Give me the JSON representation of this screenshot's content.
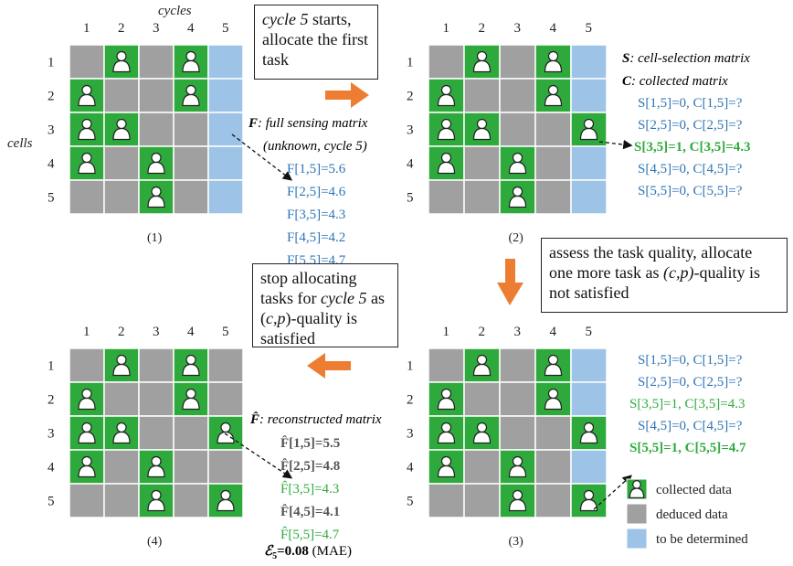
{
  "header": {
    "cycles_label": "cycles",
    "cells_label": "cells"
  },
  "colors": {
    "collected": "#2eaa3c",
    "deduced": "#a0a0a0",
    "undetermined": "#9dc3e6",
    "blue_text": "#2e75b6",
    "green_text": "#2eaa3c",
    "arrow": "#ed7d31"
  },
  "col_labels": [
    "1",
    "2",
    "3",
    "4",
    "5"
  ],
  "row_labels": [
    "1",
    "2",
    "3",
    "4",
    "5"
  ],
  "grids": [
    {
      "caption": "(1)",
      "cells": [
        [
          "D",
          "C",
          "D",
          "C",
          "U"
        ],
        [
          "C",
          "D",
          "D",
          "C",
          "U"
        ],
        [
          "C",
          "C",
          "D",
          "D",
          "U"
        ],
        [
          "C",
          "D",
          "C",
          "D",
          "U"
        ],
        [
          "D",
          "D",
          "C",
          "D",
          "U"
        ]
      ]
    },
    {
      "caption": "(2)",
      "cells": [
        [
          "D",
          "C",
          "D",
          "C",
          "U"
        ],
        [
          "C",
          "D",
          "D",
          "C",
          "U"
        ],
        [
          "C",
          "C",
          "D",
          "D",
          "C"
        ],
        [
          "C",
          "D",
          "C",
          "D",
          "U"
        ],
        [
          "D",
          "D",
          "C",
          "D",
          "U"
        ]
      ]
    },
    {
      "caption": "(3)",
      "cells": [
        [
          "D",
          "C",
          "D",
          "C",
          "U"
        ],
        [
          "C",
          "D",
          "D",
          "C",
          "U"
        ],
        [
          "C",
          "C",
          "D",
          "D",
          "C"
        ],
        [
          "C",
          "D",
          "C",
          "D",
          "U"
        ],
        [
          "D",
          "D",
          "C",
          "D",
          "C"
        ]
      ]
    },
    {
      "caption": "(4)",
      "cells": [
        [
          "D",
          "C",
          "D",
          "C",
          "D"
        ],
        [
          "C",
          "D",
          "D",
          "C",
          "D"
        ],
        [
          "C",
          "C",
          "D",
          "D",
          "C"
        ],
        [
          "C",
          "D",
          "C",
          "D",
          "D"
        ],
        [
          "D",
          "D",
          "C",
          "D",
          "C"
        ]
      ]
    }
  ],
  "box1": {
    "italic": "cycle 5",
    "rest": " starts, allocate the first  task"
  },
  "box2": {
    "text": "assess the task quality, allocate one more task as ",
    "italic": "(c,p)",
    "text2": "-quality is not satisfied"
  },
  "box3": {
    "line1": "stop allocating tasks for ",
    "italic": "cycle 5",
    "line2": " as (",
    "italic2": "c,p",
    "line3": ")-quality is satisfied"
  },
  "full_matrix": {
    "symbol": "F",
    "title": ": full sensing matrix",
    "subtitle": "(unknown, cycle 5)",
    "entries": [
      "F[1,5]=5.6",
      "F[2,5]=4.6",
      "F[3,5]=4.3",
      "F[4,5]=4.2",
      "F[5,5]=4.7"
    ]
  },
  "selection": {
    "s_symbol": "S",
    "s_title": ": cell-selection matrix",
    "c_symbol": "C",
    "c_title": ": collected matrix",
    "entries": [
      "S[1,5]=0, C[1,5]=?",
      "S[2,5]=0, C[2,5]=?",
      "S[3,5]=1, C[3,5]=4.3",
      "S[4,5]=0, C[4,5]=?",
      "S[5,5]=0, C[5,5]=?"
    ]
  },
  "selection3": {
    "entries": [
      "S[1,5]=0, C[1,5]=?",
      "S[2,5]=0, C[2,5]=?",
      "S[3,5]=1, C[3,5]=4.3",
      "S[4,5]=0, C[4,5]=?",
      "S[5,5]=1, C[5,5]=4.7"
    ]
  },
  "reconstructed": {
    "symbol": "F̂",
    "title": ": reconstructed matrix",
    "entries": [
      "F̂[1,5]=5.5",
      "F̂[2,5]=4.8",
      "F̂[3,5]=4.3",
      "F̂[4,5]=4.1",
      "F̂[5,5]=4.7"
    ],
    "error_symbol": "ℰ",
    "error_sub": "5",
    "error_value": "=0.08",
    "error_unit": " (MAE)"
  },
  "legend": [
    {
      "label": "collected data",
      "type": "C"
    },
    {
      "label": "deduced data",
      "type": "D"
    },
    {
      "label": "to be determined",
      "type": "U"
    }
  ]
}
